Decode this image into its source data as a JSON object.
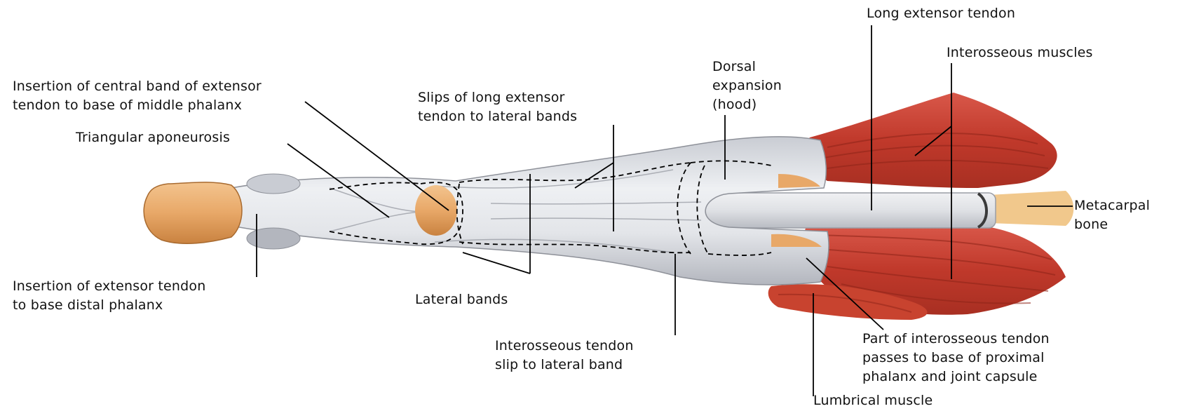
{
  "diagram": {
    "labels": {
      "long_extensor_tendon": [
        "Long extensor tendon"
      ],
      "interosseous_muscles": [
        "Interosseous muscles"
      ],
      "insertion_central_band": [
        "Insertion of central band of extensor",
        "tendon to base of middle phalanx"
      ],
      "slips_long_extensor": [
        "Slips of long extensor",
        "tendon to lateral bands"
      ],
      "dorsal_expansion": [
        "Dorsal",
        "expansion",
        "(hood)"
      ],
      "triangular_aponeurosis": [
        "Triangular aponeurosis"
      ],
      "metacarpal_bone": [
        "Metacarpal",
        "bone"
      ],
      "insertion_extensor_distal": [
        "Insertion of extensor tendon",
        "to base distal phalanx"
      ],
      "lateral_bands": [
        "Lateral bands"
      ],
      "interosseous_tendon_slip": [
        "Interosseous tendon",
        "slip to lateral band"
      ],
      "part_interosseous_tendon": [
        "Part of interosseous tendon",
        "passes to base of proximal",
        "phalanx and joint capsule"
      ],
      "lumbrical_muscle": [
        "Lumbrical muscle"
      ]
    },
    "colors": {
      "muscle": "#c8432f",
      "muscle_dark": "#9e2a1c",
      "muscle_light": "#e07a5f",
      "bone": "#e8a868",
      "bone_dark": "#c97f3c",
      "tendon": "#e4e6ea",
      "tendon_shade": "#b9bcc4",
      "line": "#000000"
    }
  }
}
